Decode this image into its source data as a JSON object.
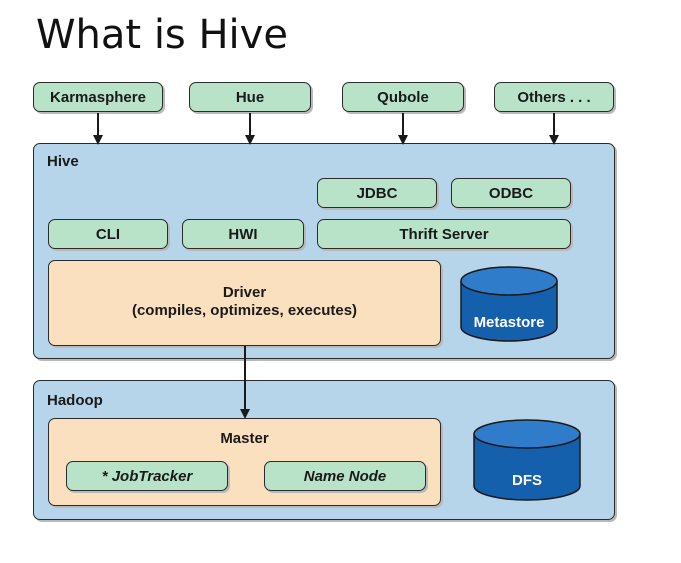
{
  "title": "What is Hive",
  "clients": [
    "Karmasphere",
    "Hue",
    "Qubole",
    "Others . . ."
  ],
  "hive": {
    "label": "Hive",
    "jdbc": "JDBC",
    "odbc": "ODBC",
    "cli": "CLI",
    "hwi": "HWI",
    "thrift": "Thrift Server",
    "driver_line1": "Driver",
    "driver_line2": "(compiles, optimizes, executes)",
    "metastore": "Metastore"
  },
  "hadoop": {
    "label": "Hadoop",
    "master": "Master",
    "jobtracker": "* JobTracker",
    "namenode": "Name Node",
    "dfs": "DFS"
  },
  "colors": {
    "green_box": "#b8e3c9",
    "blue_panel": "#b6d5eb",
    "peach_box": "#fbe0c0",
    "cylinder": "#1560ad"
  }
}
